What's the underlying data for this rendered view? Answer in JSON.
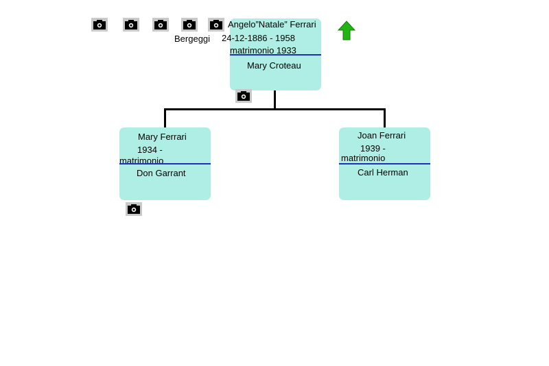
{
  "root": {
    "name": "Angelo”Natale” Ferrari",
    "dates": "24-12-1886 - 1958",
    "marriage": "matrimonio 1933",
    "spouse": "Mary Croteau",
    "place": "Bergeggi"
  },
  "children": [
    {
      "name": "Mary Ferrari",
      "dates": "1934 -",
      "marriage": "matrimonio",
      "spouse": "Don Garrant"
    },
    {
      "name": "Joan Ferrari",
      "dates": "1939 -",
      "marriage": "matrimonio",
      "spouse": "Carl Herman"
    }
  ],
  "icons": {
    "photo": "camera-icon",
    "parent_nav": "up-arrow-icon"
  },
  "colors": {
    "box_fill": "#aeeee4",
    "marriage_rule": "#1f2fb8",
    "arrow": "#22b514",
    "icon_bg": "#c9c9c9"
  }
}
